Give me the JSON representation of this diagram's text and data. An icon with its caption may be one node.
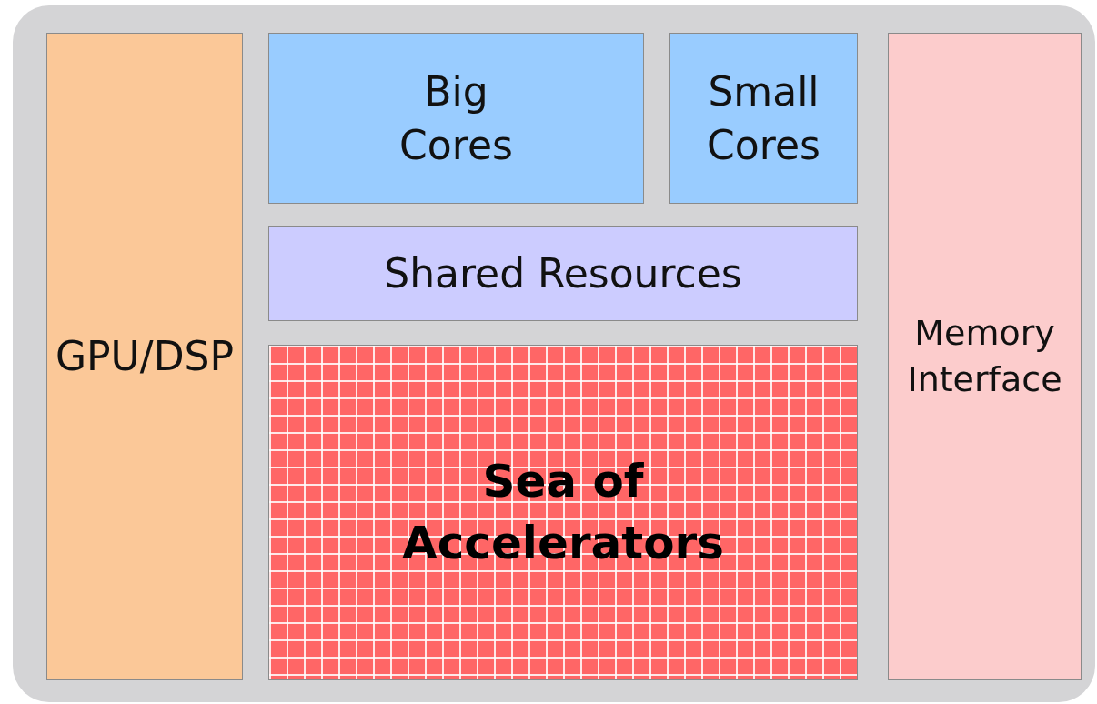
{
  "diagram": {
    "nodes": [
      {
        "text": [],
        "shape": "box"
      },
      {
        "text": [
          "GPU/DSP"
        ],
        "in": 0
      },
      {
        "text": [
          "Big Cores"
        ],
        "in": 0
      },
      {
        "text": [
          "Small Cores"
        ],
        "in": 0
      },
      {
        "text": [
          "Shared Resources"
        ],
        "in": 0
      },
      {
        "text": [
          "Sea of Accelerators"
        ],
        "in": 0
      },
      {
        "text": [
          "Memory Interface"
        ],
        "in": 0
      }
    ]
  }
}
